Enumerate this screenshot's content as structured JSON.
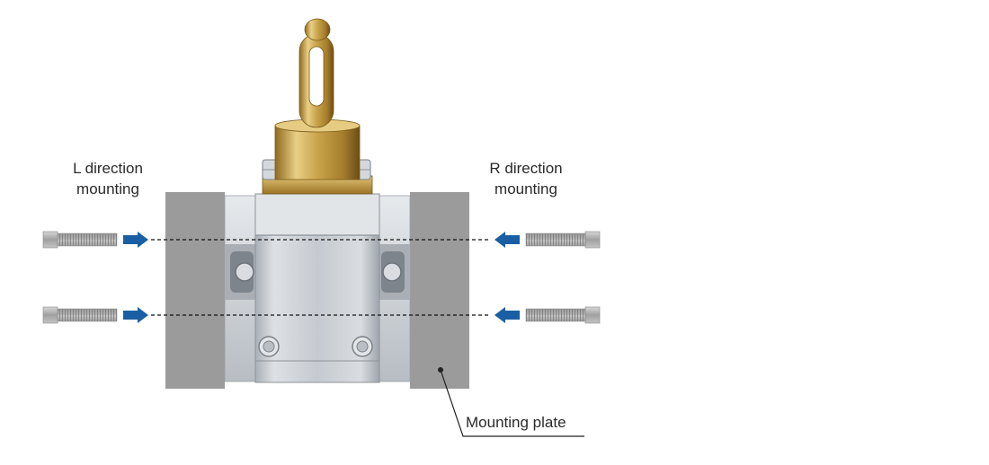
{
  "labels": {
    "l_direction": "L direction\nmounting",
    "r_direction": "R direction\nmounting",
    "mounting_plate": "Mounting plate"
  },
  "colors": {
    "arrow": "#1a5fa3",
    "plate": "#9b9b9b",
    "brass": "#c9a44c",
    "steel": "#c7ccd1",
    "bolt": "#a6a6a6"
  },
  "icons": {
    "arrow": "arrow-right-icon",
    "bolt": "hex-bolt-icon"
  }
}
